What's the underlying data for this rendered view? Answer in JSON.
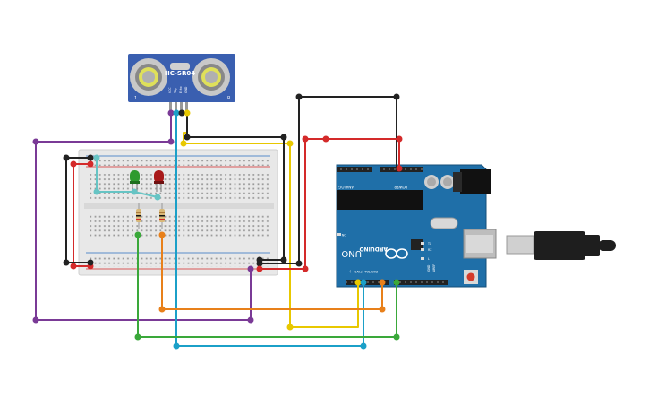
{
  "sensor": {
    "label": "HC-SR04",
    "pin_labels": [
      "VCC",
      "Trig",
      "Echo",
      "GND"
    ],
    "corner_left": "1",
    "corner_right": "R"
  },
  "arduino": {
    "brand": "ARDUINO",
    "model": "UNO",
    "header_top_left": "ANALOG IN",
    "header_top_right": "POWER",
    "header_bottom": "DIGITAL (PWM~)",
    "badge": "ON",
    "led_labels": [
      "TX",
      "RX",
      "L"
    ],
    "pin_label_aref": "AREF",
    "pin_label_gnd": "GND"
  },
  "colors": {
    "wire_red": "#d42a2a",
    "wire_black": "#222222",
    "wire_purple": "#7a3a96",
    "wire_yellow": "#e8c800",
    "wire_cyan": "#1ba0c8",
    "wire_green": "#3aa83a",
    "wire_orange": "#e8801a",
    "wire_teal": "#66c4c4",
    "board_blue": "#1f6fa8",
    "sensor_blue": "#3a5fb0",
    "breadboard": "#e6e6e6"
  },
  "components": {
    "led_green": "green LED",
    "led_red": "red LED",
    "resistors": 2
  }
}
